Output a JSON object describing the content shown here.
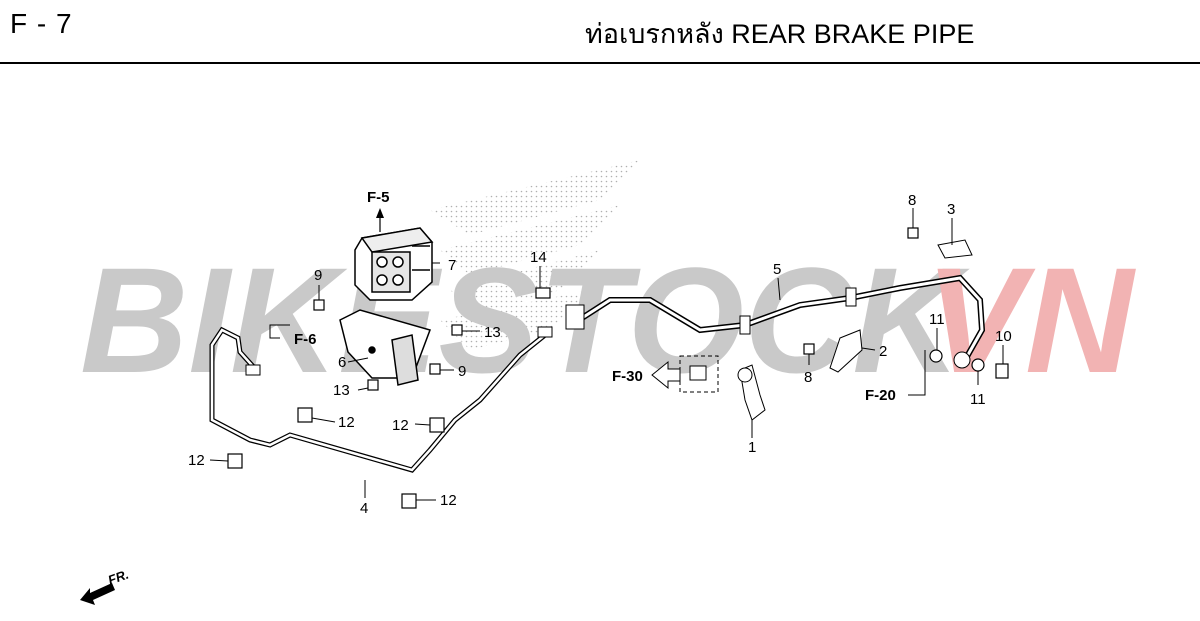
{
  "header": {
    "code": "F - 7",
    "title": "ท่อเบรกหลัง  REAR BRAKE PIPE"
  },
  "watermark": {
    "part1": "BIKESTOCK",
    "part2": "VN",
    "color_gray": "#c8c8c8",
    "color_red": "#f2b8b8"
  },
  "refs": {
    "f5": "F-5",
    "f6": "F-6",
    "f30": "F-30",
    "f20": "F-20"
  },
  "callouts": {
    "c1": "1",
    "c2": "2",
    "c3": "3",
    "c4": "4",
    "c5": "5",
    "c6": "6",
    "c7": "7",
    "c8a": "8",
    "c8b": "8",
    "c9a": "9",
    "c9b": "9",
    "c10": "10",
    "c11a": "11",
    "c11b": "11",
    "c12a": "12",
    "c12b": "12",
    "c12c": "12",
    "c12d": "12",
    "c13a": "13",
    "c13b": "13",
    "c14": "14"
  },
  "front_label": "FR."
}
